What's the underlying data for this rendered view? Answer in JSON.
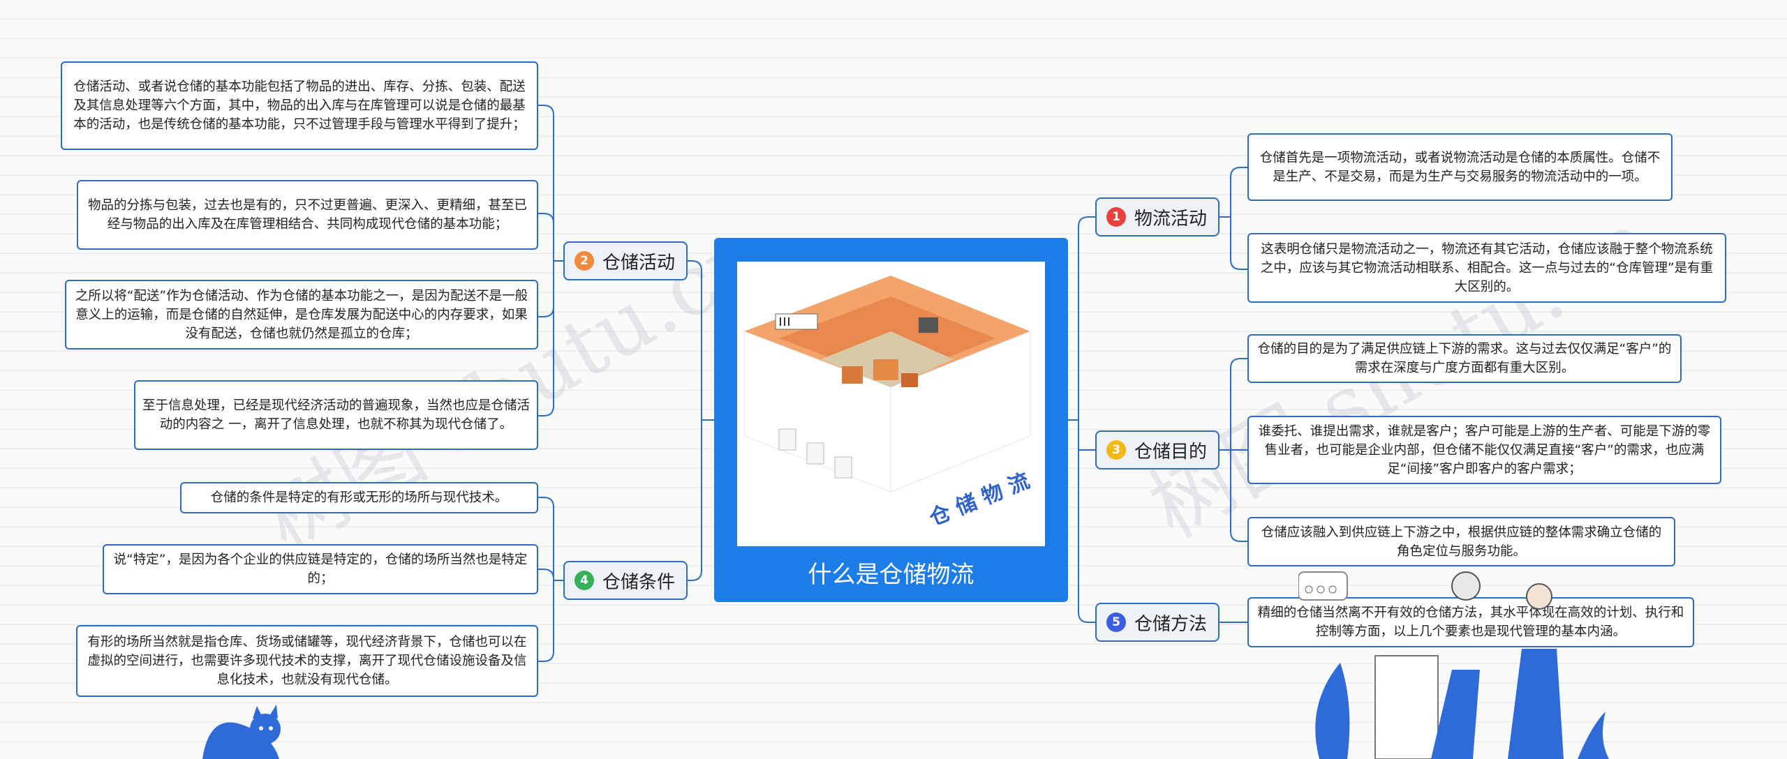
{
  "center": {
    "title": "什么是仓储物流",
    "image_caption": "仓 储 物 流"
  },
  "watermarks": [
    "树图 shutu.cn",
    "树图 shutu.cn"
  ],
  "colors": {
    "line": "#2d6cc0",
    "center": "#1c7ce8",
    "badge1": "#e8413c",
    "badge2": "#f08a3c",
    "badge3": "#f5b915",
    "badge4": "#35b15a",
    "badge5": "#3b5ee0"
  },
  "topics": [
    {
      "num": "1",
      "label": "物流活动",
      "items": [
        "仓储首先是一项物流活动，或者说物流活动是仓储的本质属性。仓储不是生产、不是交易，而是为生产与交易服务的物流活动中的一项。",
        "这表明仓储只是物流活动之一，物流还有其它活动，仓储应该融于整个物流系统之中，应该与其它物流活动相联系、相配合。这一点与过去的“仓库管理”是有重大区别的。"
      ]
    },
    {
      "num": "2",
      "label": "仓储活动",
      "items": [
        "仓储活动、或者说仓储的基本功能包括了物品的进出、库存、分拣、包装、配送及其信息处理等六个方面，其中，物品的出入库与在库管理可以说是仓储的最基本的活动，也是传统仓储的基本功能，只不过管理手段与管理水平得到了提升；",
        "物品的分拣与包装，过去也是有的，只不过更普遍、更深入、更精细，甚至已经与物品的出入库及在库管理相结合、共同构成现代仓储的基本功能；",
        "之所以将“配送”作为仓储活动、作为仓储的基本功能之一，是因为配送不是一般意义上的运输，而是仓储的自然延伸，是仓库发展为配送中心的内存要求，如果没有配送，仓储也就仍然是孤立的仓库；",
        "至于信息处理，已经是现代经济活动的普遍现象，当然也应是仓储活动的内容之 一，离开了信息处理，也就不称其为现代仓储了。"
      ]
    },
    {
      "num": "3",
      "label": "仓储目的",
      "items": [
        "仓储的目的是为了满足供应链上下游的需求。这与过去仅仅满足“客户”的需求在深度与广度方面都有重大区别。",
        "谁委托、谁提出需求，谁就是客户；客户可能是上游的生产者、可能是下游的零售业者，也可能是企业内部，但仓储不能仅仅满足直接“客户”的需求，也应满足“间接”客户即客户的客户需求；",
        "仓储应该融入到供应链上下游之中，根据供应链的整体需求确立仓储的角色定位与服务功能。"
      ]
    },
    {
      "num": "4",
      "label": "仓储条件",
      "items": [
        "仓储的条件是特定的有形或无形的场所与现代技术。",
        "说“特定”，是因为各个企业的供应链是特定的，仓储的场所当然也是特定的；",
        "有形的场所当然就是指仓库、货场或储罐等，现代经济背景下，仓储也可以在虚拟的空间进行，也需要许多现代技术的支撑，离开了现代仓储设施设备及信息化技术，也就没有现代仓储。"
      ]
    },
    {
      "num": "5",
      "label": "仓储方法",
      "items": [
        "精细的仓储当然离不开有效的仓储方法，其水平体现在高效的计划、执行和控制等方面，以上几个要素也是现代管理的基本内涵。"
      ]
    }
  ]
}
